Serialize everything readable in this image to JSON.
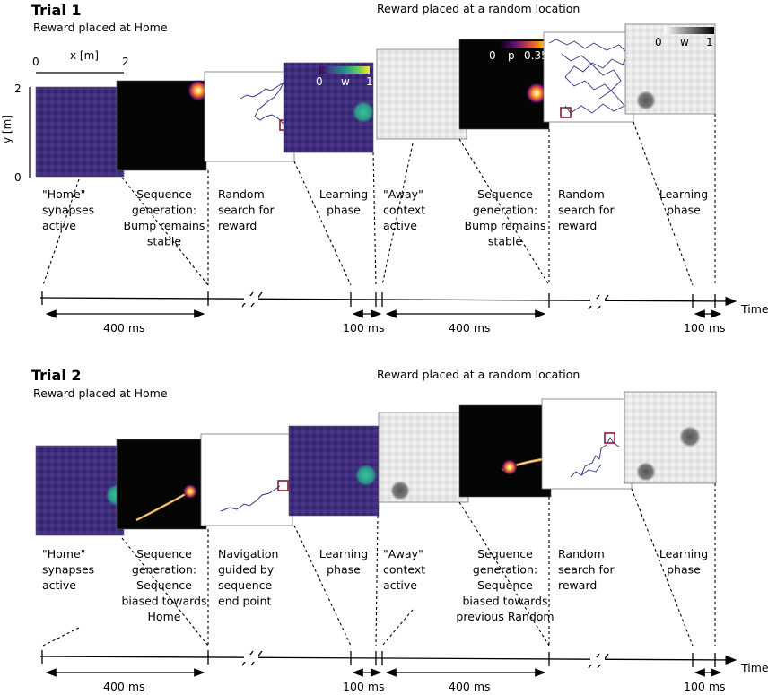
{
  "colors": {
    "home_bg": "#3e2c7a",
    "home_bump": "#2a9a8a",
    "black_panel": "#050505",
    "bump_yellow": "#fcf3b0",
    "bump_orange": "#f58a2a",
    "path_blue": "#2c3580",
    "reward_box": "#8a1a3a",
    "gray_panel": "#e6e6e6"
  },
  "trial1": {
    "title": "Trial 1",
    "home_subtitle": "Reward placed at Home",
    "away_subtitle": "Reward placed at a random location",
    "xaxis_label": "x [m]",
    "x_tick_0": "0",
    "x_tick_2": "2",
    "yaxis_label": "y [m]",
    "y_tick_0": "0",
    "y_tick_2": "2",
    "captions": [
      [
        "\"Home\"",
        "synapses",
        "active"
      ],
      [
        "Sequence",
        "generation:",
        "Bump remains",
        "stable"
      ],
      [
        "Random",
        "search for",
        "reward"
      ],
      [
        "Learning",
        "phase"
      ],
      [
        "\"Away\"",
        "context",
        "active"
      ],
      [
        "Sequence",
        "generation:",
        "Bump remains",
        "stable"
      ],
      [
        "Random",
        "search for",
        "reward"
      ],
      [
        "Learning",
        "phase"
      ]
    ],
    "durations": [
      "400 ms",
      "100 ms",
      "400 ms",
      "100 ms"
    ],
    "time_label": "Time"
  },
  "trial2": {
    "title": "Trial 2",
    "home_subtitle": "Reward placed at Home",
    "away_subtitle": "Reward placed at a random location",
    "captions": [
      [
        "\"Home\"",
        "synapses",
        "active"
      ],
      [
        "Sequence",
        "generation:",
        "Sequence",
        "biased towards",
        "Home"
      ],
      [
        "Navigation",
        "guided by",
        "sequence",
        "end point"
      ],
      [
        "Learning",
        "phase"
      ],
      [
        "\"Away\"",
        "context",
        "active"
      ],
      [
        "Sequence",
        "generation:",
        "Sequence",
        "biased towards",
        "previous Random"
      ],
      [
        "Random",
        "search for",
        "reward"
      ],
      [
        "Learning",
        "phase"
      ]
    ],
    "durations": [
      "400 ms",
      "100 ms",
      "400 ms",
      "100 ms"
    ],
    "time_label": "Time"
  },
  "colorbars": {
    "w_min": "0",
    "w_label": "w",
    "w_max": "1",
    "p_min": "0",
    "p_label": "p",
    "p_max": "0.35",
    "wg_min": "0",
    "wg_label": "w",
    "wg_max": "1"
  }
}
